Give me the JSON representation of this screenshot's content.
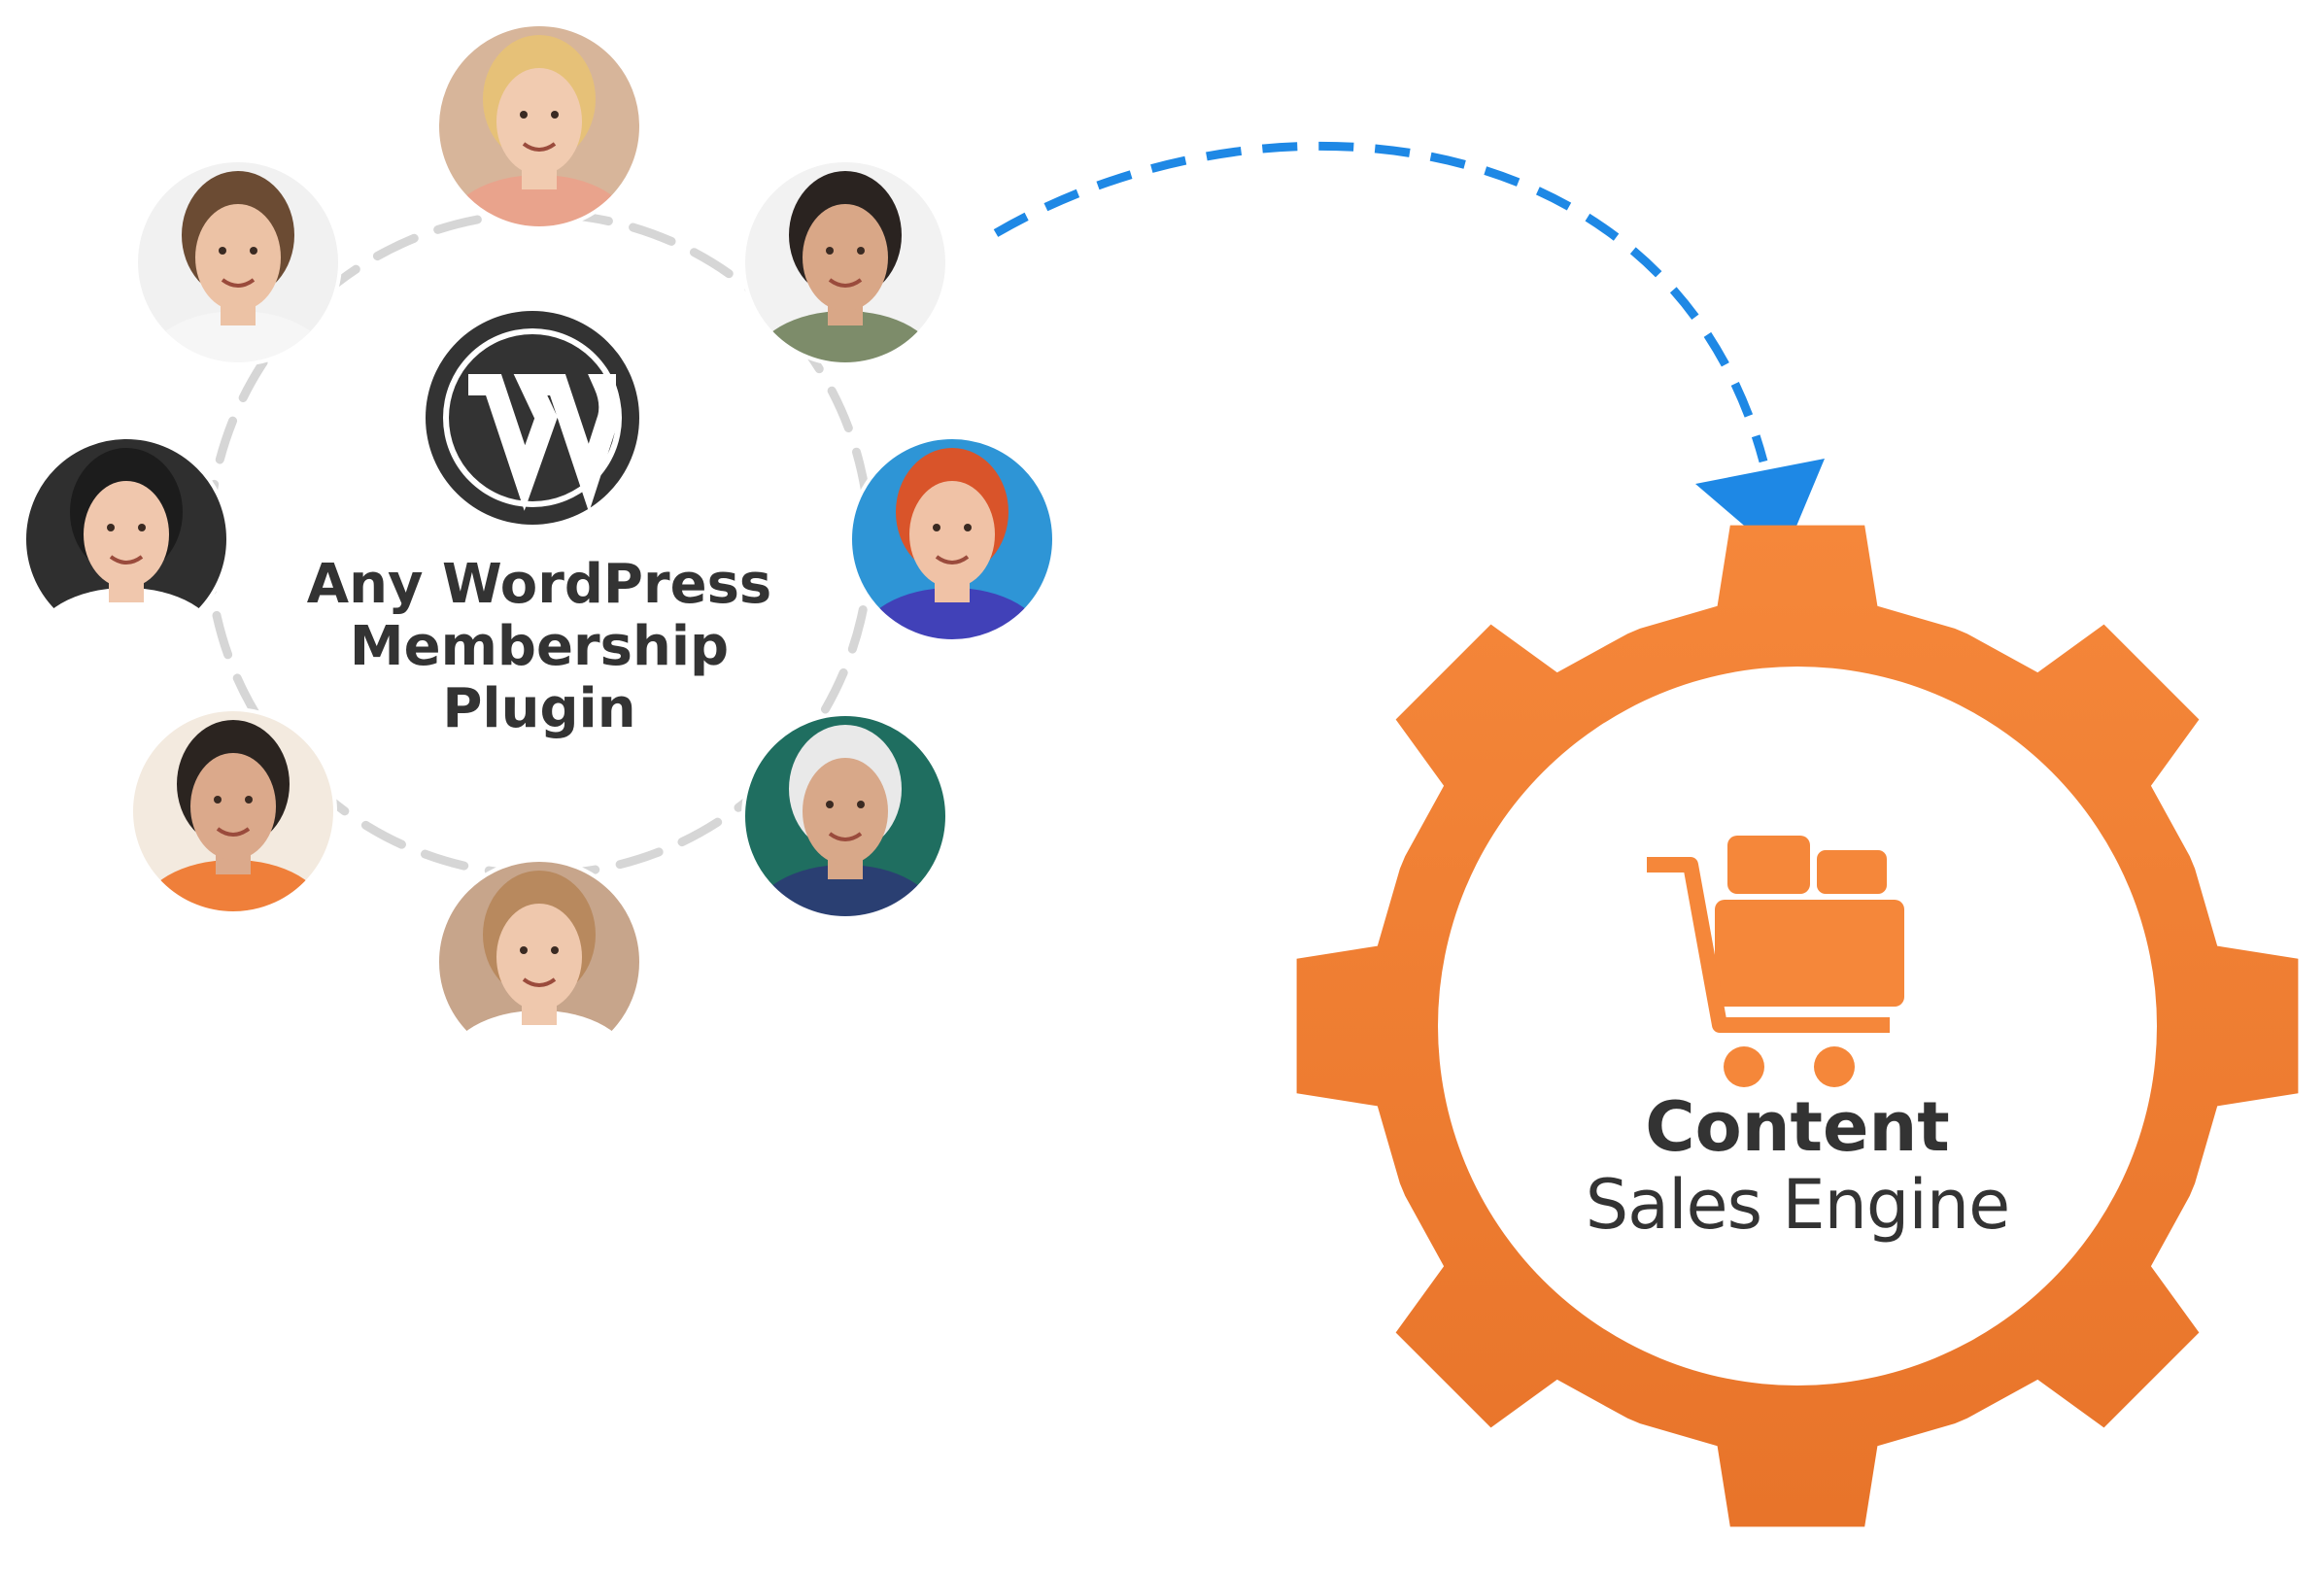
{
  "left_group": {
    "label_lines": [
      "Any WordPress",
      "Membership",
      "Plugin"
    ],
    "logo_icon": "wordpress-logo-icon",
    "member_avatars": [
      {
        "name": "avatar-woman-blonde",
        "bg": "#d7b59a",
        "hair": "#e6c178",
        "skin": "#f1cbb0",
        "shirt": "#e9a38c"
      },
      {
        "name": "avatar-man-glasses-beard",
        "bg": "#f2f2f2",
        "hair": "#2a2320",
        "skin": "#d9a787",
        "shirt": "#7d8c6a"
      },
      {
        "name": "avatar-woman-red-hair",
        "bg": "#2e95d6",
        "hair": "#d9542a",
        "skin": "#f0c2a6",
        "shirt": "#4141b8"
      },
      {
        "name": "avatar-old-man-hat",
        "bg": "#1f6e60",
        "hair": "#e9e9e9",
        "skin": "#d8a889",
        "shirt": "#2a3f72"
      },
      {
        "name": "avatar-woman-long-hair",
        "bg": "#c7a58b",
        "hair": "#b8895e",
        "skin": "#efc8ad",
        "shirt": "#ffffff"
      },
      {
        "name": "avatar-man-smiling-orange",
        "bg": "#f3eadf",
        "hair": "#2b2420",
        "skin": "#dba98b",
        "shirt": "#ef7f3a"
      },
      {
        "name": "avatar-woman-short-hair-glasses",
        "bg": "#2f2f2f",
        "hair": "#1c1c1c",
        "skin": "#f0c7ad",
        "shirt": "#ffffff"
      },
      {
        "name": "avatar-young-man",
        "bg": "#f1f1f1",
        "hair": "#6b4b33",
        "skin": "#ecc2a5",
        "shirt": "#f6f6f6"
      }
    ]
  },
  "arrow": {
    "color": "#1e88e5",
    "style": "dashed"
  },
  "engine": {
    "line1": "Content",
    "line2": "Sales Engine",
    "gear_color": "#f5873a",
    "gear_color_dark": "#e8742a",
    "icon": "shopping-cart-icon"
  },
  "colors": {
    "ring": "#d6d6d6",
    "text": "#333333"
  }
}
